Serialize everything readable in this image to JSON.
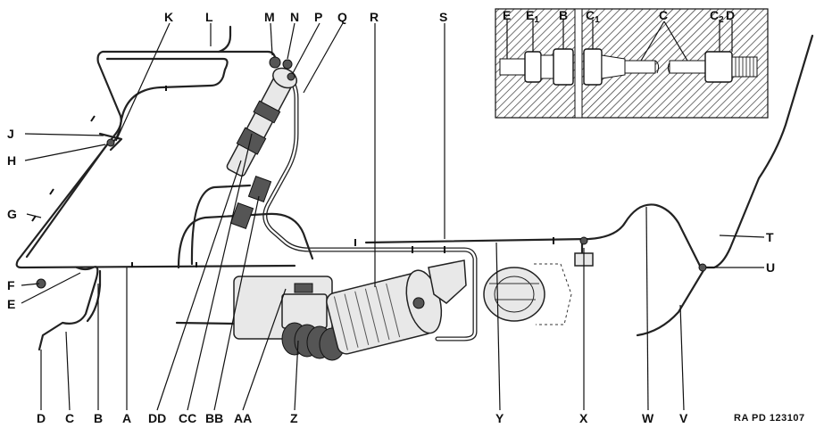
{
  "figure_code": "RA PD 123107",
  "callouts_top": [
    "K",
    "L",
    "M",
    "N",
    "P",
    "Q",
    "R",
    "S"
  ],
  "callouts_left": [
    "J",
    "H",
    "G",
    "F",
    "E"
  ],
  "callouts_right": [
    "T",
    "U"
  ],
  "callouts_bottom": [
    "D",
    "C",
    "B",
    "A",
    "DD",
    "CC",
    "BB",
    "AA",
    "Z",
    "Y",
    "X",
    "W",
    "V"
  ],
  "inset": {
    "labels": [
      "E",
      "E",
      "B",
      "C",
      "C",
      "C",
      "D"
    ],
    "subscripts": [
      "",
      "1",
      "",
      "1",
      "",
      "2",
      ""
    ]
  }
}
